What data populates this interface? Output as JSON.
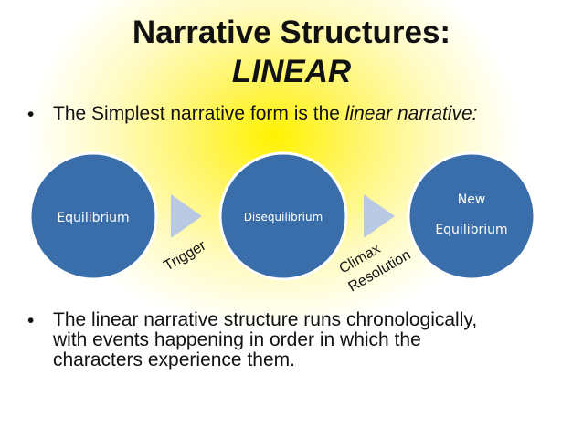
{
  "title": {
    "line1": "Narrative Structures:",
    "line2": "LINEAR"
  },
  "bullet1": {
    "text": "The Simplest narrative form is the ",
    "emphasis": "linear narrative:"
  },
  "diagram": {
    "nodes": [
      "Equilibrium",
      "Disequilibrium",
      "New",
      "Equilibrium"
    ],
    "transition1": "Trigger",
    "transition2_line1": "Climax",
    "transition2_line2": "Resolution"
  },
  "bullet2": {
    "line1": "The linear narrative structure runs chronologically,",
    "line2": "with events happening in order in which the",
    "line3": "characters experience them."
  },
  "colors": {
    "circle_fill": "#3a6eaa",
    "circle_stroke": "#ffffff",
    "arrow_fill": "#b9c9e3",
    "highlight": "#fff200"
  }
}
